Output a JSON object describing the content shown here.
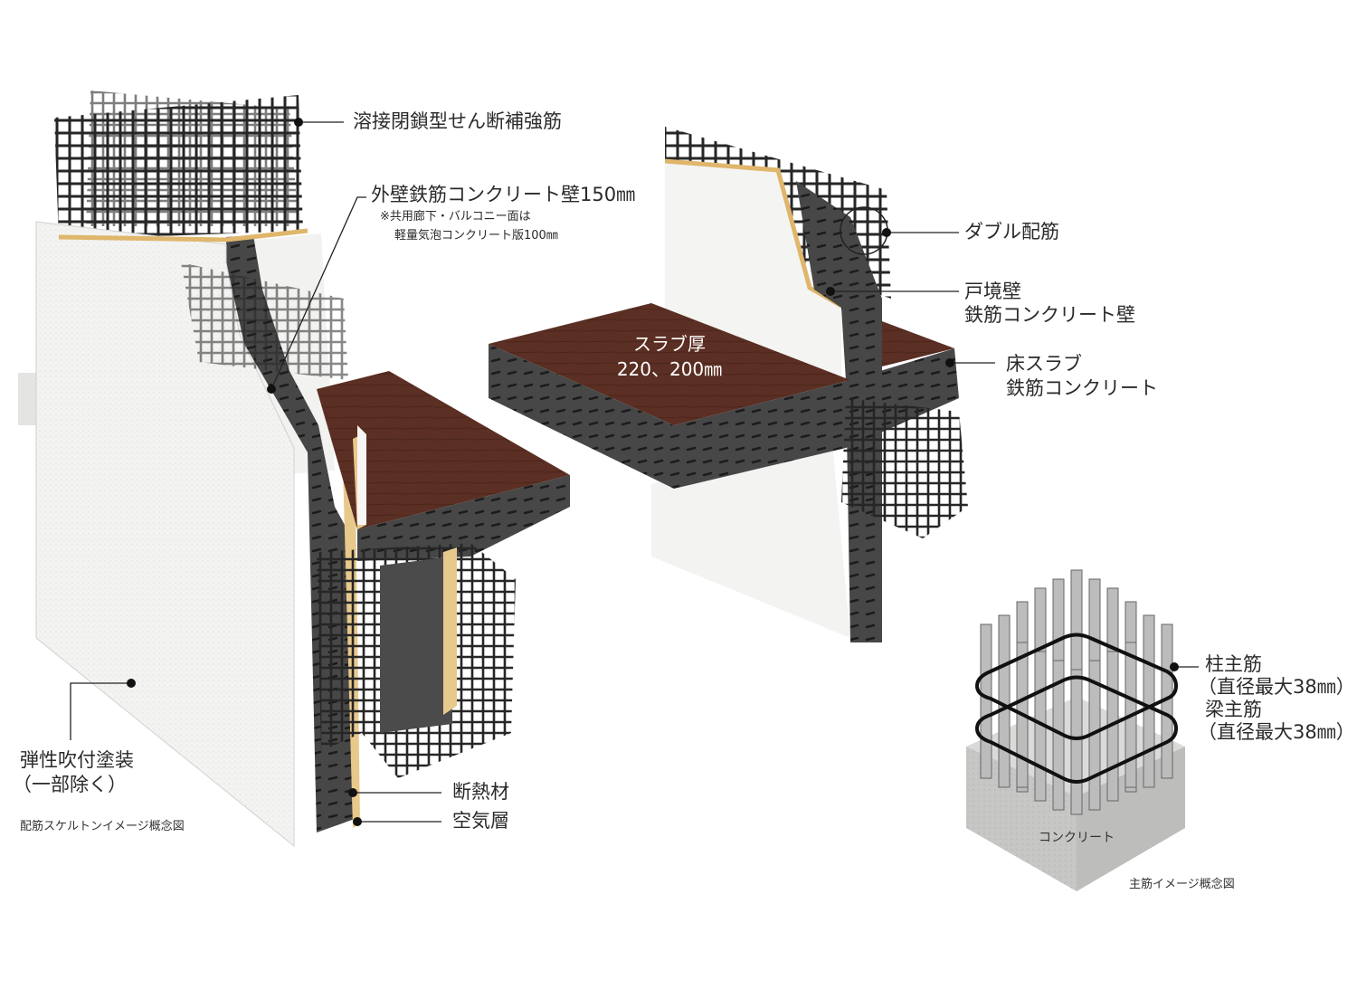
{
  "labels": {
    "shear_reinforcement": "溶接閉鎖型せん断補強筋",
    "exterior_wall": "外壁鉄筋コンクリート壁150㎜",
    "exterior_wall_note_1": "※共用廊下・バルコニー面は",
    "exterior_wall_note_2": "軽量気泡コンクリート版100㎜",
    "double_rebar": "ダブル配筋",
    "partition_wall_1": "戸境壁",
    "partition_wall_2": "鉄筋コンクリート壁",
    "slab_thickness_1": "スラブ厚",
    "slab_thickness_2": "220、200㎜",
    "floor_slab_1": "床スラブ",
    "floor_slab_2": "鉄筋コンクリート",
    "elastic_coating_1": "弾性吹付塗装",
    "elastic_coating_2": "（一部除く）",
    "insulation": "断熱材",
    "air_layer": "空気層",
    "column_rebar_1": "柱主筋",
    "column_rebar_2": "（直径最大38㎜）",
    "beam_rebar_1": "梁主筋",
    "beam_rebar_2": "（直径最大38㎜）",
    "concrete": "コンクリート"
  },
  "captions": {
    "skeleton": "配筋スケルトンイメージ概念図",
    "main_rebar": "主筋イメージ概念図"
  },
  "colors": {
    "concrete_dark": "#4a4a4a",
    "wall_white": "#f2f2f0",
    "floor_wood": "#5a2e22",
    "insulation": "#e8c98c",
    "rebar": "#2b2b2b",
    "block_gray": "#c8c8c6"
  }
}
